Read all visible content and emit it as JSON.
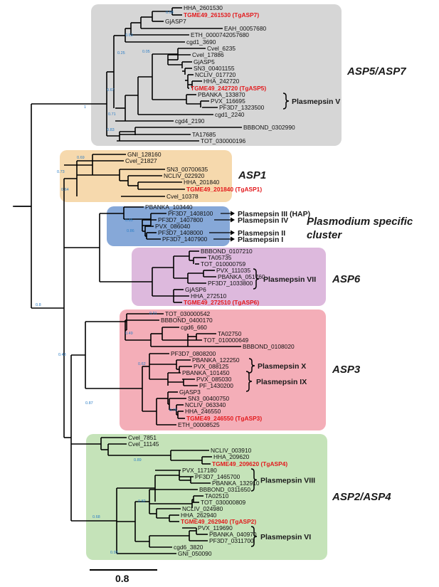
{
  "scale_bar": {
    "label": "0.8"
  },
  "clades": [
    {
      "id": "asp5",
      "title": "ASP5/ASP7",
      "color": "#d6d6d6"
    },
    {
      "id": "asp1",
      "title": "ASP1",
      "color": "#f6d9ad"
    },
    {
      "id": "plasmo",
      "title": "Plasmodium specific cluster",
      "title_lines": [
        "Plasmodium specific",
        "cluster"
      ],
      "color": "#86a8d8"
    },
    {
      "id": "asp6",
      "title": "ASP6",
      "color": "#ddb9dd"
    },
    {
      "id": "asp3",
      "title": "ASP3",
      "color": "#f4aeb8"
    },
    {
      "id": "asp24",
      "title": "ASP2/ASP4",
      "color": "#c5e3b9"
    }
  ],
  "leaves": [
    {
      "label": "HHA_2601530"
    },
    {
      "label": "TGME49_261530 (TgASP7)",
      "highlight": true
    },
    {
      "label": "GjASP7"
    },
    {
      "label": "EAH_00057680"
    },
    {
      "label": "ETH_00007420576​80"
    },
    {
      "label": "cgd1_3690"
    },
    {
      "label": "Cvel_6235"
    },
    {
      "label": "Cvel_17886"
    },
    {
      "label": "GjASP5"
    },
    {
      "label": "SN3_00401155"
    },
    {
      "label": "NCLIV_017720"
    },
    {
      "label": "HHA_242720"
    },
    {
      "label": "TGME49_242720 (TgASP5)",
      "highlight": true
    },
    {
      "label": "PBANKA_133870"
    },
    {
      "label": "PVX_116695"
    },
    {
      "label": "PF3D7_1323500"
    },
    {
      "label": "cgd1_2240"
    },
    {
      "label": "cgd4_2190"
    },
    {
      "label": "BBBOND_0302990"
    },
    {
      "label": "TA17685"
    },
    {
      "label": "TOT_030000196"
    },
    {
      "label": "GNI_128160"
    },
    {
      "label": "Cvel_21827"
    },
    {
      "label": "SN3_00700635"
    },
    {
      "label": "NCLIV_022920"
    },
    {
      "label": "HHA_201840"
    },
    {
      "label": "TGME49_201840 (TgASP1)",
      "highlight": true
    },
    {
      "label": "Cvel_10378"
    },
    {
      "label": "PBANKA_103440"
    },
    {
      "label": "PF3D7_1408100"
    },
    {
      "label": "PF3D7_1407800"
    },
    {
      "label": "PVX_086040"
    },
    {
      "label": "PF3D7_1408000"
    },
    {
      "label": "PF3D7_1407900"
    },
    {
      "label": "BBBOND_0107210"
    },
    {
      "label": "TA05735"
    },
    {
      "label": "TOT_010000759"
    },
    {
      "label": "PVX_111035"
    },
    {
      "label": "PBANKA_051760"
    },
    {
      "label": "PF3D7_1033800"
    },
    {
      "label": "GjASP6"
    },
    {
      "label": "HHA_272510"
    },
    {
      "label": "TGME49_272510 (TgASP6)",
      "highlight": true
    },
    {
      "label": "TOT_030000542"
    },
    {
      "label": "BBBOND_0400170"
    },
    {
      "label": "cgd6_660"
    },
    {
      "label": "TA02750"
    },
    {
      "label": "TOT_010000649"
    },
    {
      "label": "BBBOND_0108020"
    },
    {
      "label": "PF3D7_0808200"
    },
    {
      "label": "PBANKA_122250"
    },
    {
      "label": "PVX_088125"
    },
    {
      "label": "PBANKA_101450"
    },
    {
      "label": "PVX_085030"
    },
    {
      "label": "PF_1430200"
    },
    {
      "label": "GjASP3"
    },
    {
      "label": "SN3_00400750"
    },
    {
      "label": "NCLIV_063340"
    },
    {
      "label": "HHA_246550"
    },
    {
      "label": "TGME49_246550 (TgASP3)",
      "highlight": true
    },
    {
      "label": "ETH_00008525"
    },
    {
      "label": "Cvel_7851"
    },
    {
      "label": "Cvel_11145"
    },
    {
      "label": "NCLIV_003910"
    },
    {
      "label": "HHA_209620"
    },
    {
      "label": "TGME49_209620 (TgASP4)",
      "highlight": true
    },
    {
      "label": "PVX_117180"
    },
    {
      "label": "PF3D7_1465700"
    },
    {
      "label": "PBANKA_132910"
    },
    {
      "label": "BBBOND_0311650"
    },
    {
      "label": "TA02510"
    },
    {
      "label": "TOT_030000809"
    },
    {
      "label": "NCLIV_024980"
    },
    {
      "label": "HHA_262940"
    },
    {
      "label": "TGME49_262940 (TgASP2)",
      "highlight": true
    },
    {
      "label": "PVX_119690"
    },
    {
      "label": "PBANKA_040970"
    },
    {
      "label": "PF3D7_0311700"
    },
    {
      "label": "cgd6_3820"
    },
    {
      "label": "GNI_050090"
    }
  ],
  "plasmepsin_labels": [
    {
      "text": "Plasmepsin V"
    },
    {
      "text": "Plasmepsin III (HAP)"
    },
    {
      "text": "Plasmepsin IV"
    },
    {
      "text": "Plasmepsin II"
    },
    {
      "text": "Plasmepsin I"
    },
    {
      "text": "Plasmepsin VII"
    },
    {
      "text": "Plasmepsin X"
    },
    {
      "text": "Plasmepsin IX"
    },
    {
      "text": "Plasmepsin VIII"
    },
    {
      "text": "Plasmepsin VI"
    }
  ],
  "support_values": [
    {
      "text": "0.98"
    },
    {
      "text": "0.63"
    },
    {
      "text": "0.25"
    },
    {
      "text": "0.05"
    },
    {
      "text": "0.67"
    },
    {
      "text": "0.71"
    },
    {
      "text": "0.83"
    },
    {
      "text": "1"
    },
    {
      "text": "0.69"
    },
    {
      "text": "0.73"
    },
    {
      "text": "0.64"
    },
    {
      "text": "0.85"
    },
    {
      "text": "0.86"
    },
    {
      "text": "0.8"
    },
    {
      "text": "0.43"
    },
    {
      "text": "0.87"
    },
    {
      "text": "0.91"
    },
    {
      "text": "0.49"
    },
    {
      "text": "0.62"
    },
    {
      "text": "0.75"
    },
    {
      "text": "0.89"
    },
    {
      "text": "0.82"
    },
    {
      "text": "0.68"
    },
    {
      "text": "0.93"
    }
  ]
}
